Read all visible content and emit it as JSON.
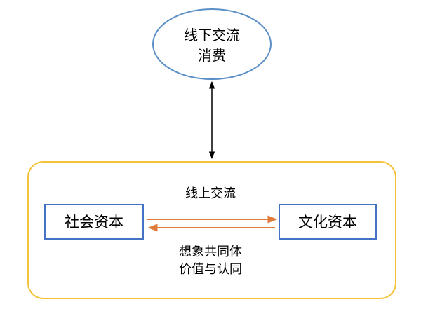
{
  "diagram": {
    "top_node": {
      "line1": "线下交流",
      "line2": "消费"
    },
    "left_node": {
      "label": "社会资本"
    },
    "right_node": {
      "label": "文化资本"
    },
    "upper_link_label": "线上交流",
    "lower_link_label": {
      "line1": "想象共同体",
      "line2": "价值与认同"
    },
    "colors": {
      "ellipse_border": "#5b8fc7",
      "box_border": "#4472c4",
      "group_border": "#f5c23c",
      "arrow": "#e07b39",
      "connector": "#000000"
    }
  }
}
